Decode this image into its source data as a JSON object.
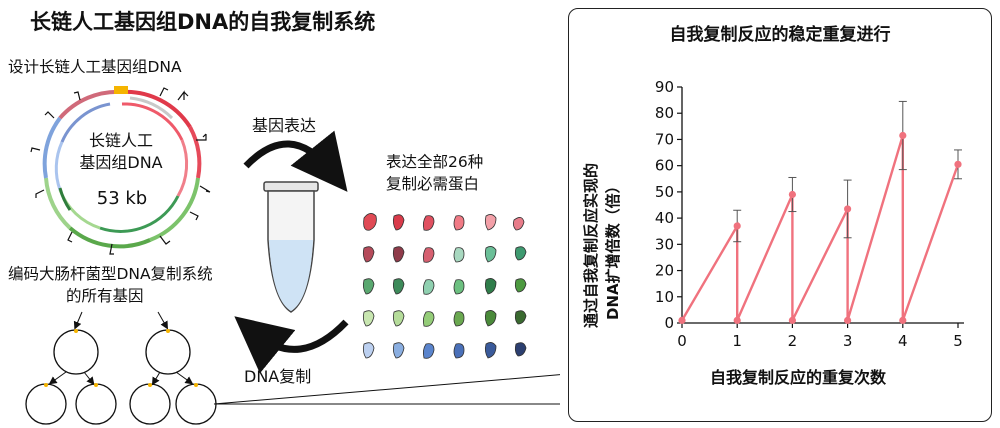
{
  "left": {
    "title": "长链人工基因组DNA的自我复制系统",
    "design_label": "设计长链人工基因组DNA",
    "plasmid_name_line1": "长链人工",
    "plasmid_name_line2": "基因组DNA",
    "plasmid_size": "53 kb",
    "encode_line1": "编码大肠杆菌型DNA复制系统",
    "encode_line2": "的所有基因",
    "expression_label": "基因表达",
    "proteins_line1": "表达全部26种",
    "proteins_line2": "复制必需蛋白",
    "replication_label": "DNA复制"
  },
  "right": {
    "title": "自我复制反应的稳定重复进行",
    "ylabel_line1": "通过自我复制反应实现的",
    "ylabel_line2": "DNA扩增倍数（倍）",
    "xlabel": "自我复制反应的重复次数"
  },
  "chart_data": {
    "type": "line",
    "x_ticks": [
      "0",
      "1",
      "2",
      "3",
      "4",
      "5"
    ],
    "y_ticks": [
      "0",
      "10",
      "20",
      "30",
      "40",
      "50",
      "60",
      "70",
      "80",
      "90"
    ],
    "xlim": [
      0,
      5
    ],
    "ylim": [
      0,
      90
    ],
    "xlabel": "自我复制反应的重复次数",
    "ylabel": "通过自我复制反应实现的DNA扩增倍数（倍）",
    "points": [
      {
        "x": 0,
        "y": 1
      },
      {
        "x": 1,
        "y": 37,
        "err": 6
      },
      {
        "x": 1,
        "y": 1
      },
      {
        "x": 2,
        "y": 49,
        "err": 6.5
      },
      {
        "x": 2,
        "y": 1
      },
      {
        "x": 3,
        "y": 43.5,
        "err": 11
      },
      {
        "x": 3,
        "y": 1
      },
      {
        "x": 4,
        "y": 71.5,
        "err": 13
      },
      {
        "x": 4,
        "y": 1
      },
      {
        "x": 5,
        "y": 60.5,
        "err": 5.5
      }
    ],
    "line_color": "#f0727e",
    "grid": false
  }
}
